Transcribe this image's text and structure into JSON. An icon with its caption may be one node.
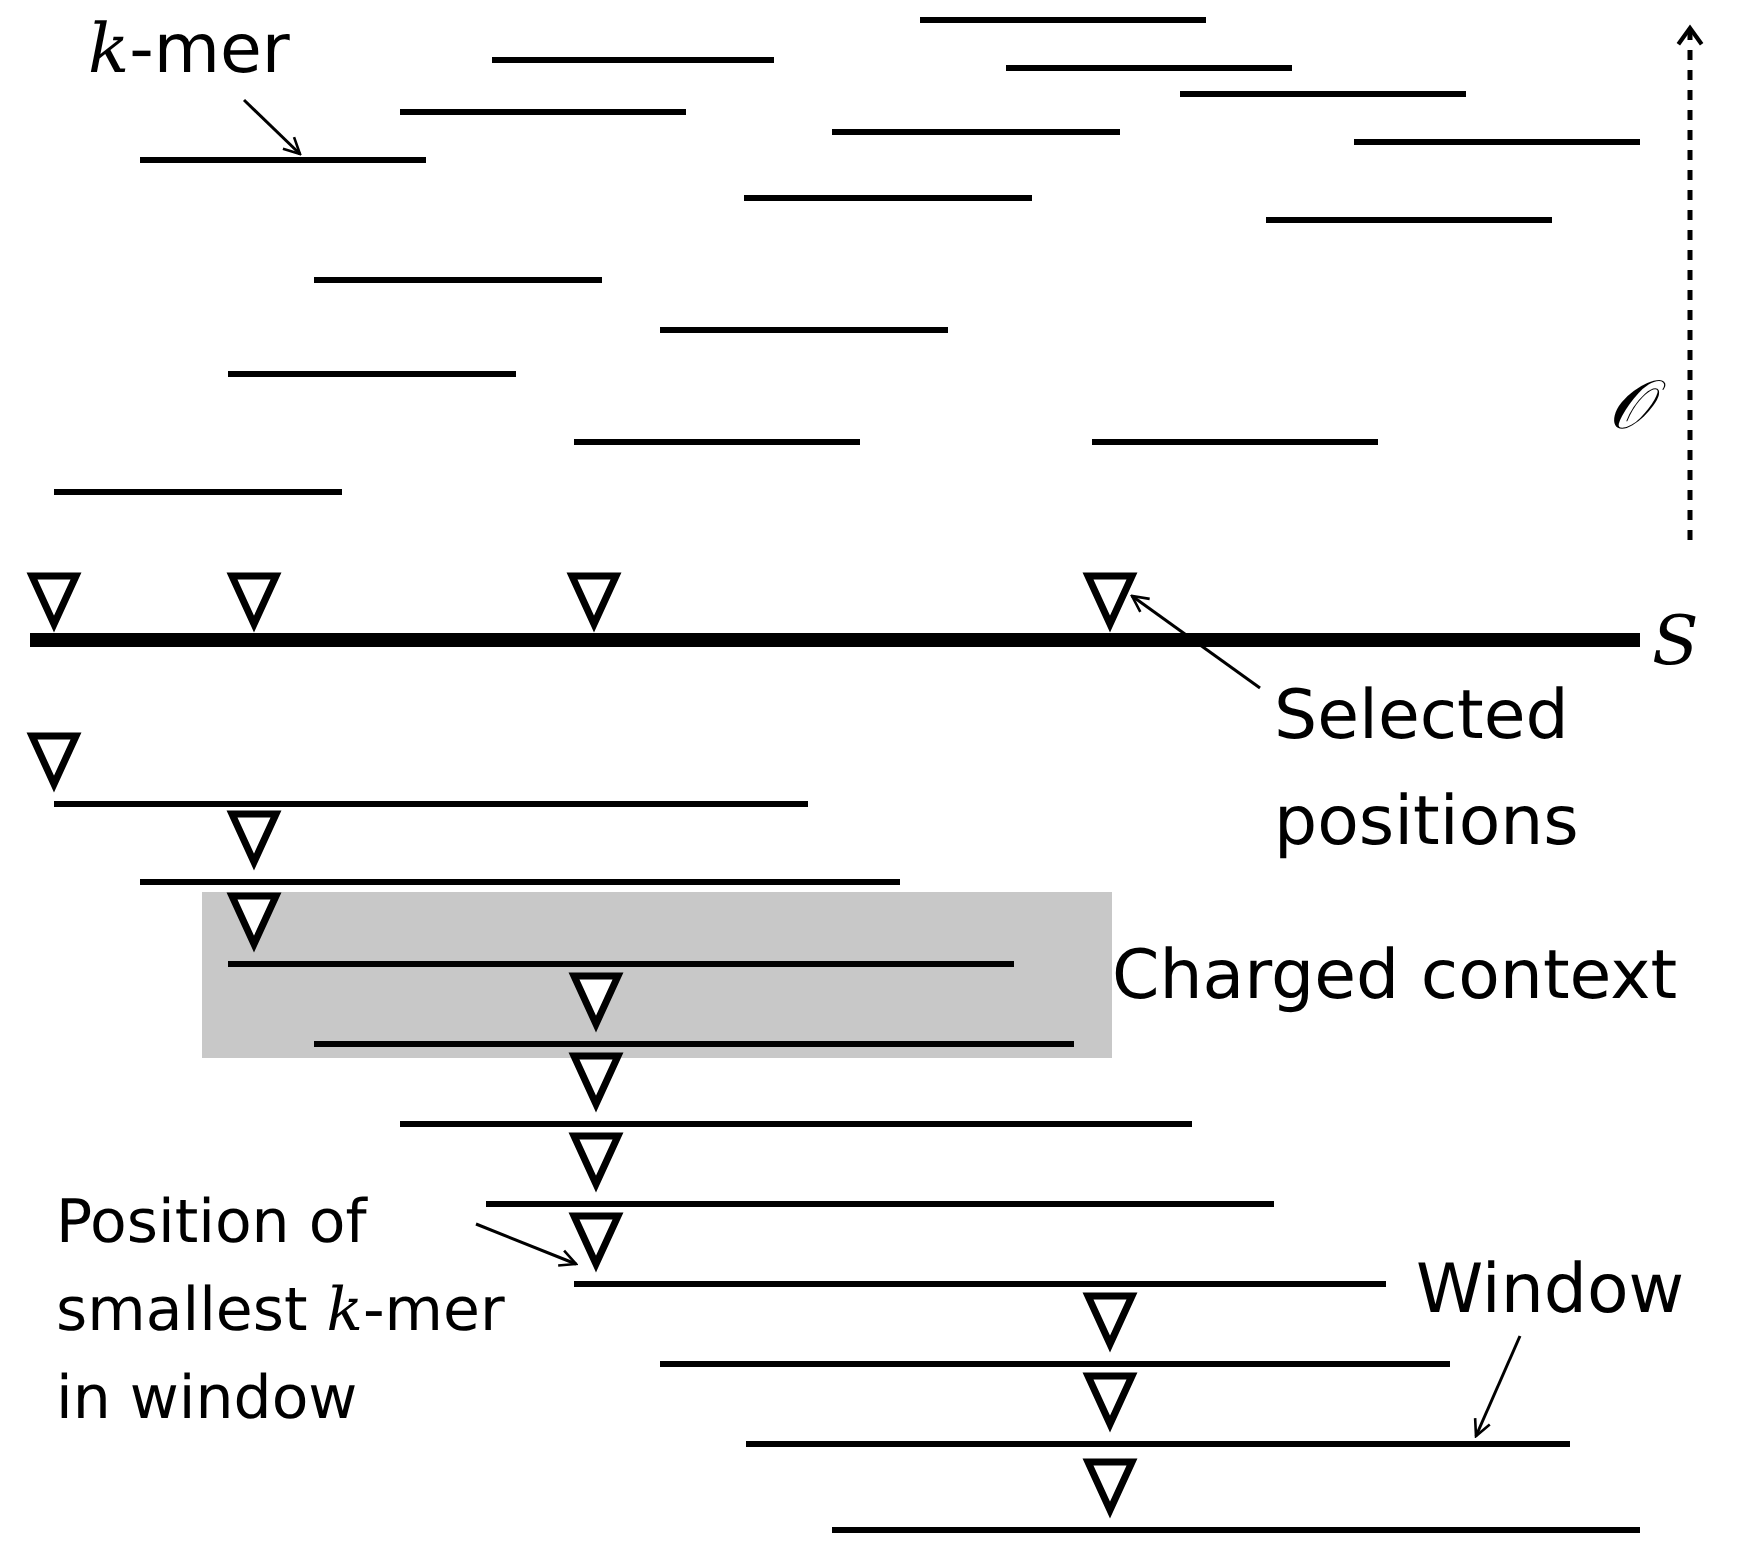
{
  "diagram": {
    "nodes": [
      {
        "text": [
          "*k*-mer"
        ]
      },
      {
        "text": [],
        "shape": "bar"
      },
      {
        "text": [],
        "shape": "triangle"
      },
      {
        "text": [],
        "shape": "triangle"
      },
      {
        "text": [],
        "shape": "triangle"
      },
      {
        "text": [],
        "shape": "triangle"
      },
      {
        "text": [
          "Selected positions"
        ]
      },
      {
        "text": [
          "Charged context"
        ]
      },
      {
        "text": [],
        "shape": "triangle"
      },
      {
        "text": [],
        "shape": "triangle"
      },
      {
        "text": [],
        "shape": "triangle",
        "in": 7
      },
      {
        "text": [],
        "shape": "triangle",
        "in": 7
      },
      {
        "text": [],
        "shape": "triangle"
      },
      {
        "text": [],
        "shape": "triangle"
      },
      {
        "text": [],
        "shape": "triangle"
      },
      {
        "text": [],
        "shape": "triangle"
      },
      {
        "text": [],
        "shape": "triangle"
      },
      {
        "text": [],
        "shape": "triangle"
      },
      {
        "text": [
          "Position of smallest *k*-mer in window"
        ]
      },
      {
        "text": [
          "Window"
        ]
      },
      {
        "text": [],
        "shape": "bar"
      }
    ],
    "edges": [
      {
        "from": 0,
        "to": 1,
        "arrow": "to"
      },
      {
        "from": 6,
        "to": 5,
        "arrow": "to"
      },
      {
        "from": 18,
        "to": 14,
        "arrow": "to"
      },
      {
        "from": 19,
        "to": 20,
        "arrow": "to"
      }
    ],
    "labels": [
      "𝒪",
      "S"
    ]
  }
}
